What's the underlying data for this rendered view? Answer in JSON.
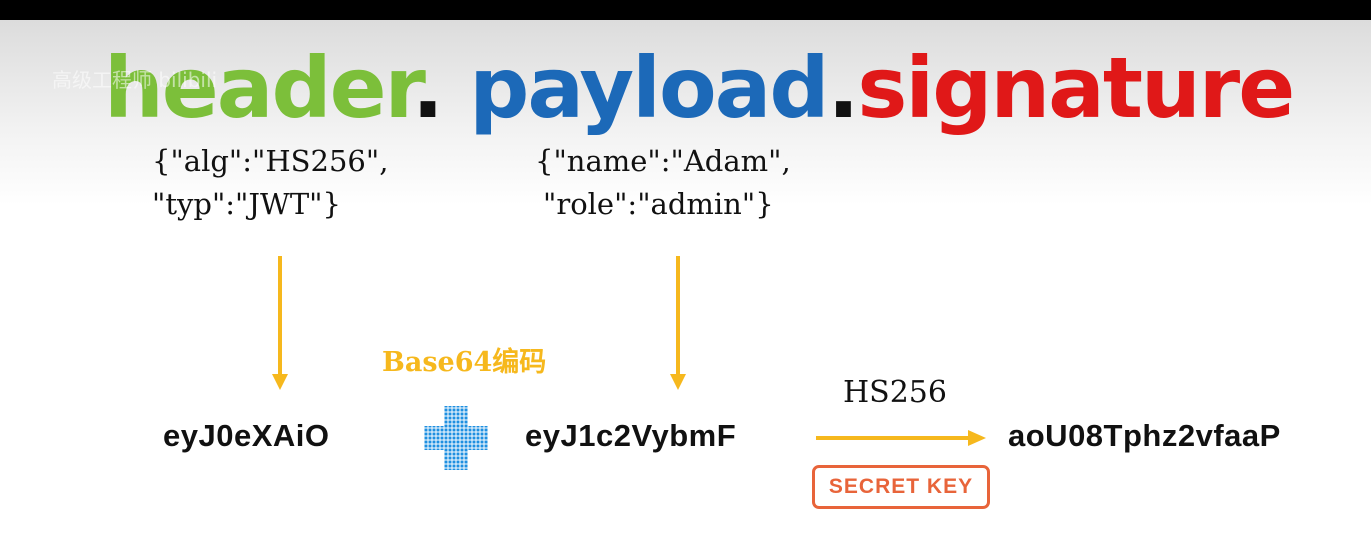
{
  "title": {
    "header": "header",
    "dot1": ".",
    "payload": "payload",
    "dot2": ".",
    "signature": "signature"
  },
  "watermark": "高级工程师 bilibili",
  "header_json": {
    "line1": "{\"alg\":\"HS256\",",
    "line2": "\"typ\":\"JWT\"}"
  },
  "payload_json": {
    "line1": "{\"name\":\"Adam\",",
    "line2": "\"role\":\"admin\"}"
  },
  "encoding_label": "Base64编码",
  "algorithm_label": "HS256",
  "secret_key_label": "SECRET KEY",
  "tokens": {
    "header": "eyJ0eXAiO",
    "payload": "eyJ1c2VybmF",
    "signature": "aoU08Tphz2vfaaP"
  },
  "colors": {
    "header": "#7cbf3a",
    "payload": "#1c69b8",
    "signature": "#e01818",
    "arrow": "#f6b81d",
    "plus": "#1e8fe0",
    "secret_key": "#e8643a"
  }
}
